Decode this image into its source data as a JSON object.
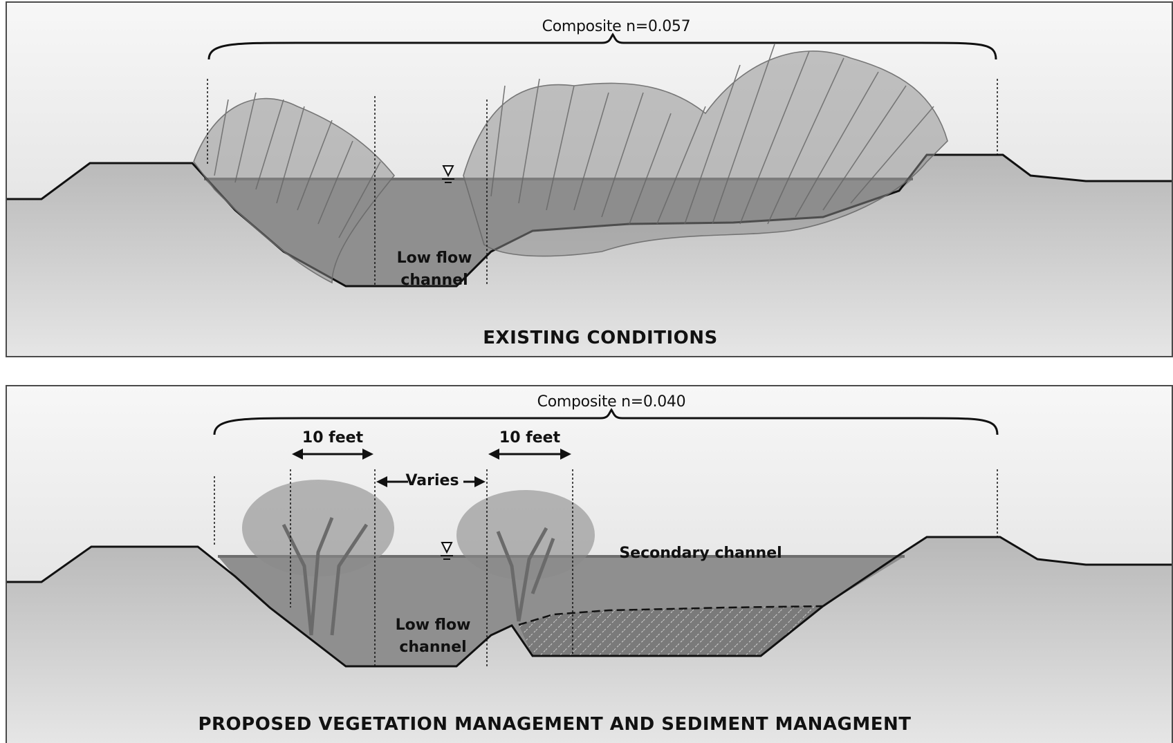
{
  "existing": {
    "composite_label": "Composite n=0.057",
    "low_flow_line1": "Low flow",
    "low_flow_line2": "channel",
    "caption": "EXISTING CONDITIONS"
  },
  "proposed": {
    "composite_label": "Composite n=0.040",
    "left_width_label": "10 feet",
    "right_width_label": "10 feet",
    "varies_label": "Varies",
    "secondary_channel_label": "Secondary channel",
    "low_flow_line1": "Low flow",
    "low_flow_line2": "channel",
    "caption": "PROPOSED VEGETATION MANAGEMENT AND SEDIMENT MANAGMENT"
  },
  "colors": {
    "sky_top": "#f7f7f7",
    "sky_bottom": "#dcdcdc",
    "ground": "#bfbfbf",
    "water": "#8f8f8f",
    "water_surface": "#6e6e6e",
    "vegetation": "#6f6f6f",
    "outline": "#111111"
  },
  "icons": {
    "water_surface_symbol": "triangle-water-level-icon"
  }
}
